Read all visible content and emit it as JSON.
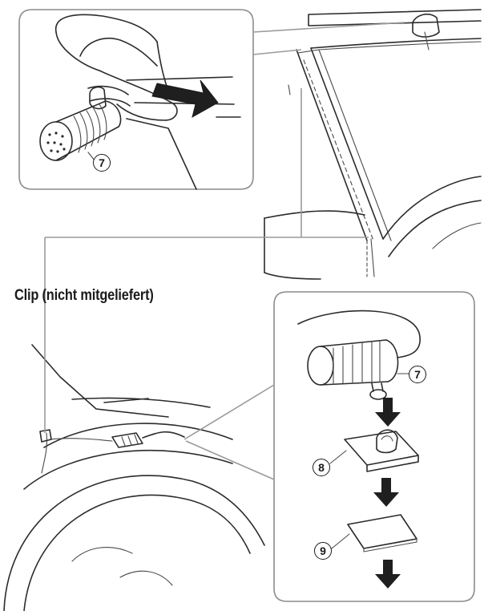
{
  "caption": "Clip (nicht mitgeliefert)",
  "callouts": {
    "mic_top": "7",
    "mic_bottom": "7",
    "holder": "8",
    "tape": "9"
  },
  "colors": {
    "line": "#2b2b2b",
    "frame": "#8c8c8c",
    "background": "#ffffff"
  }
}
